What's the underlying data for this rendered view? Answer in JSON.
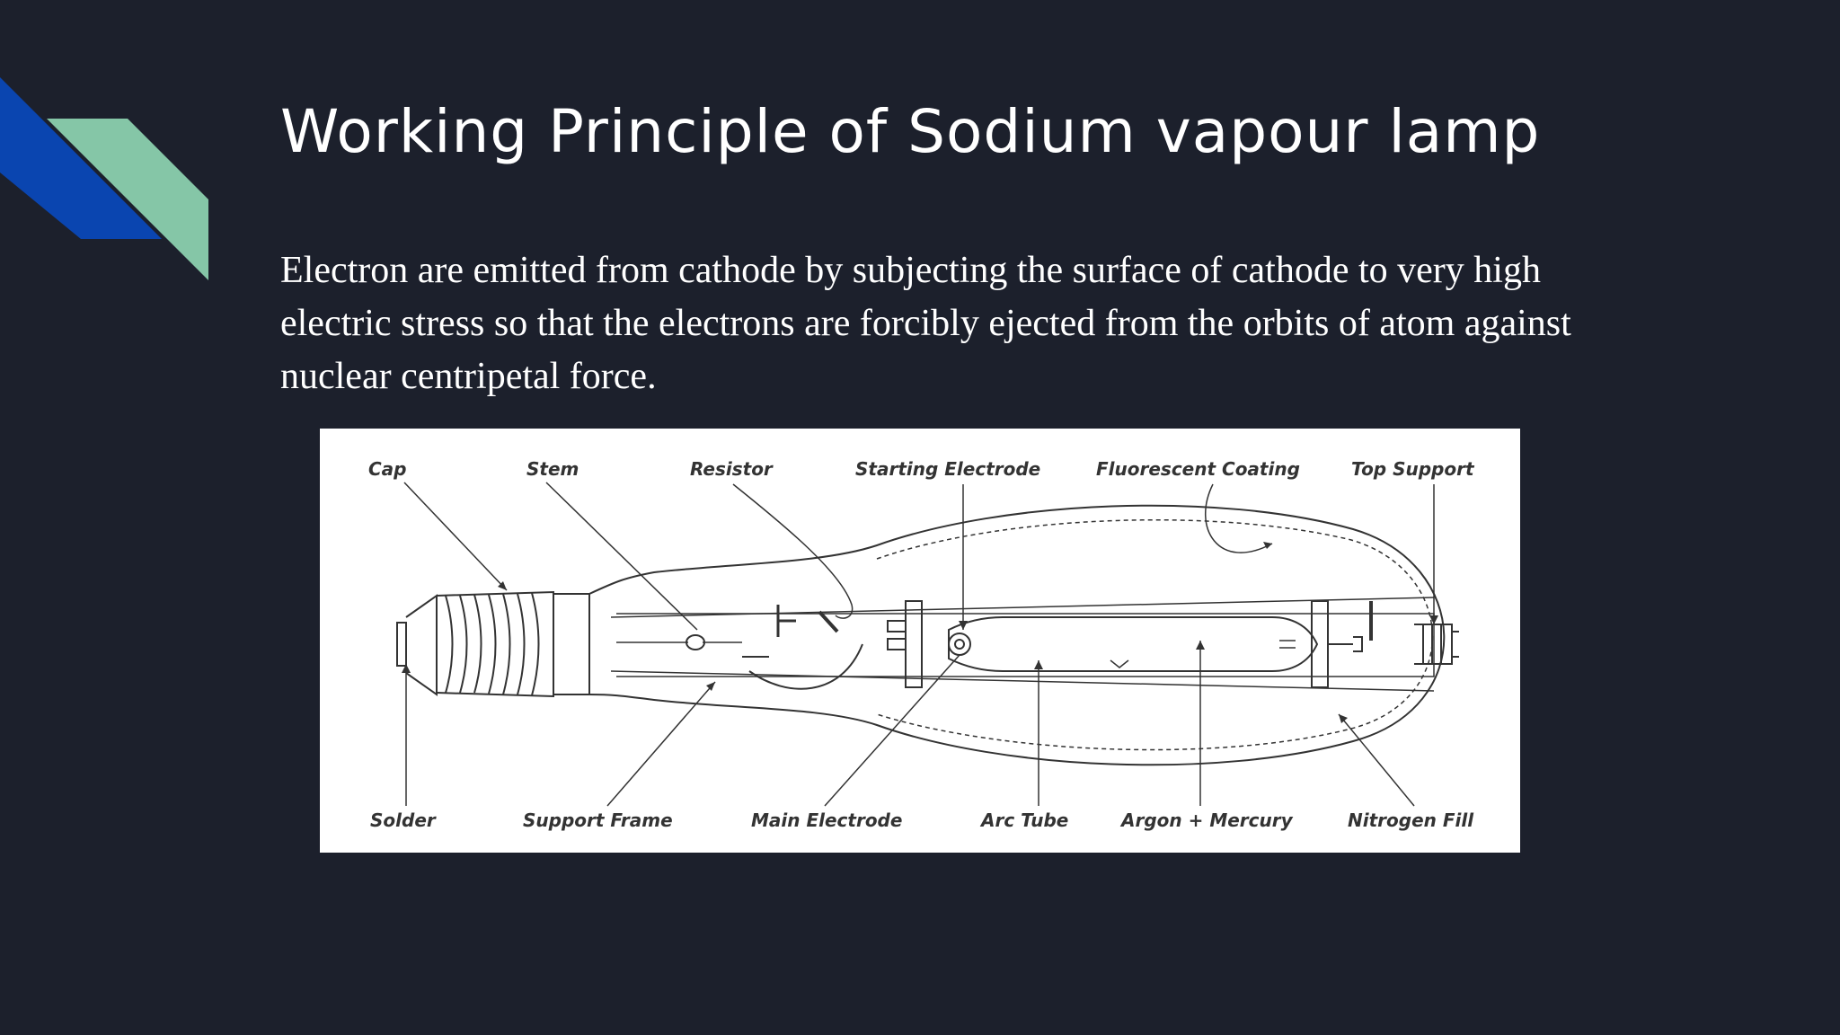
{
  "slide": {
    "title": "Working Principle of Sodium vapour lamp",
    "body": "Electron are emitted from cathode by subjecting the surface of cathode to very high electric stress so that the electrons are forcibly  ejected from the orbits of atom against nuclear centripetal force.",
    "colors": {
      "background": "#1c202c",
      "accent_blue": "#0a45b0",
      "accent_green": "#85c6a7"
    }
  },
  "diagram": {
    "top_labels": [
      "Cap",
      "Stem",
      "Resistor",
      "Starting Electrode",
      "Fluorescent Coating",
      "Top Support"
    ],
    "bottom_labels": [
      "Solder",
      "Support Frame",
      "Main Electrode",
      "Arc Tube",
      "Argon + Mercury",
      "Nitrogen Fill"
    ]
  }
}
